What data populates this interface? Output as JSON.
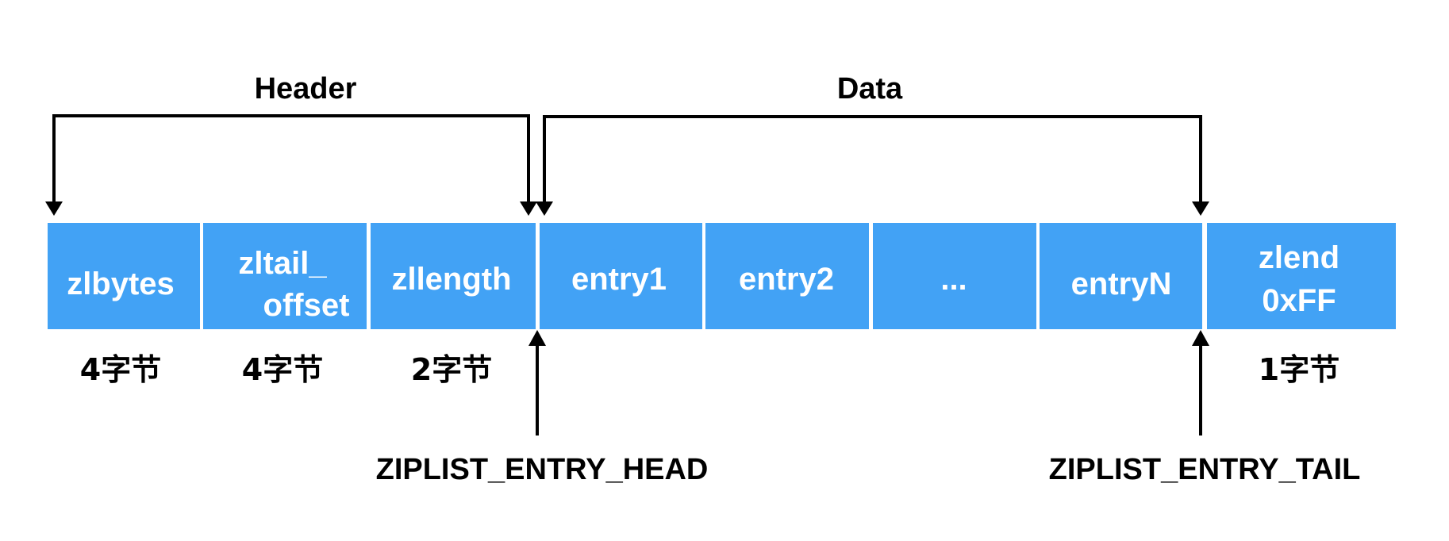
{
  "brackets": {
    "header_label": "Header",
    "data_label": "Data"
  },
  "cells": [
    {
      "id": "zlbytes",
      "lines": [
        "zlbytes"
      ]
    },
    {
      "id": "zltail-offset",
      "lines": [
        "zltail_",
        "offset"
      ]
    },
    {
      "id": "zllength",
      "lines": [
        "zllength"
      ]
    },
    {
      "id": "entry1",
      "lines": [
        "entry1"
      ]
    },
    {
      "id": "entry2",
      "lines": [
        "entry2"
      ]
    },
    {
      "id": "ellipsis",
      "lines": [
        "..."
      ]
    },
    {
      "id": "entryN",
      "lines": [
        "entryN"
      ]
    },
    {
      "id": "zlend",
      "lines": [
        "zlend",
        "0xFF"
      ]
    }
  ],
  "sizes": {
    "zlbytes": "4字节",
    "zltail_offset": "4字节",
    "zllength": "2字节",
    "zlend": "1字节"
  },
  "pointers": {
    "head": "ZIPLIST_ENTRY_HEAD",
    "tail": "ZIPLIST_ENTRY_TAIL"
  },
  "colors": {
    "cell_fill": "#42a2f5",
    "cell_text": "#ffffff",
    "line": "#000000"
  }
}
